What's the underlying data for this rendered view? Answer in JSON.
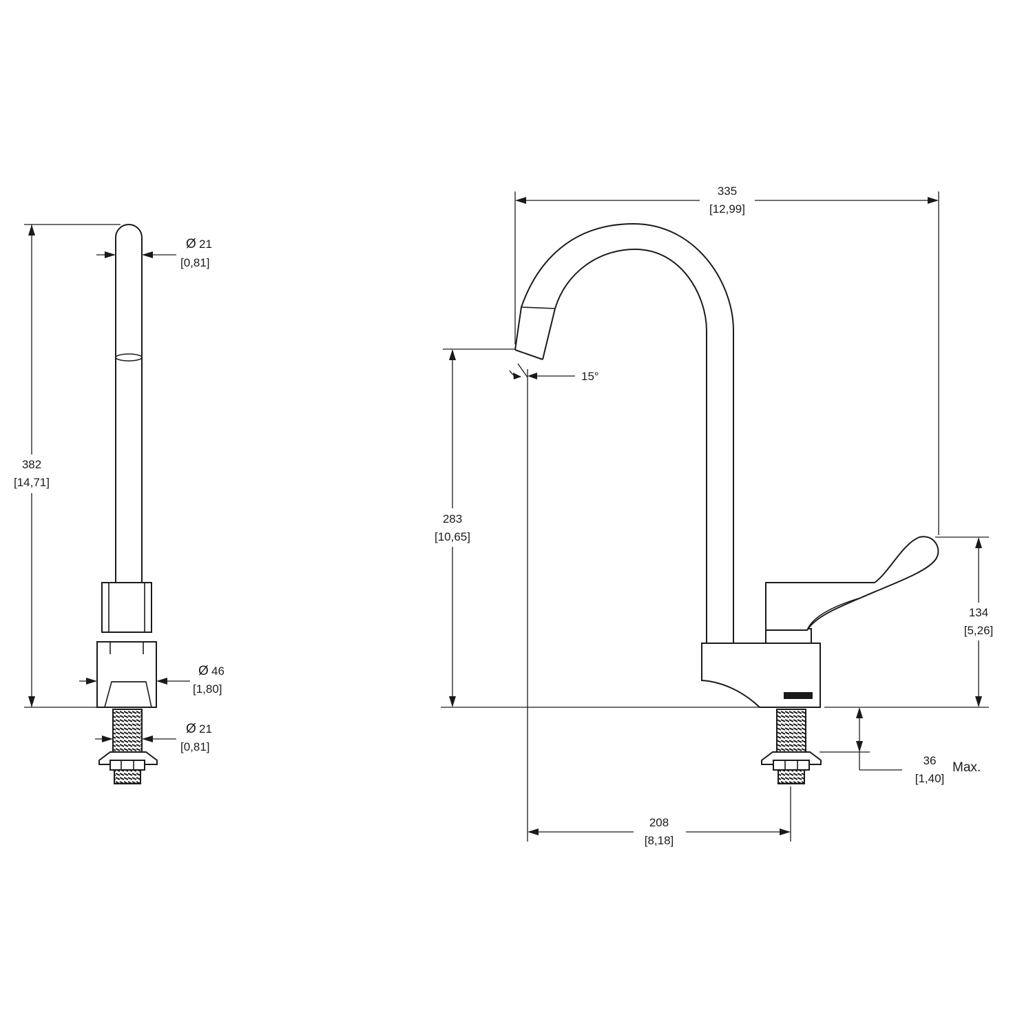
{
  "colors": {
    "line": "#1a1a1a",
    "background": "#ffffff"
  },
  "side_view": {
    "height": {
      "value": "382",
      "inch": "[14,71]"
    },
    "spout_diameter": {
      "symbol": "Ø",
      "value": "21",
      "inch": "[0,81]"
    },
    "body_diameter": {
      "symbol": "Ø",
      "value": "46",
      "inch": "[1,80]"
    },
    "shank_diameter": {
      "symbol": "Ø",
      "value": "21",
      "inch": "[0,81]"
    }
  },
  "front_view": {
    "overall_width": {
      "value": "335",
      "inch": "[12,99]"
    },
    "spout_height": {
      "value": "283",
      "inch": "[10,65]"
    },
    "spout_angle": {
      "value": "15°"
    },
    "lever_height": {
      "value": "134",
      "inch": "[5,26]"
    },
    "deck_thickness": {
      "value": "36",
      "inch": "[1,40]",
      "suffix": "Max."
    },
    "spout_reach": {
      "value": "208",
      "inch": "[8,18]"
    }
  }
}
